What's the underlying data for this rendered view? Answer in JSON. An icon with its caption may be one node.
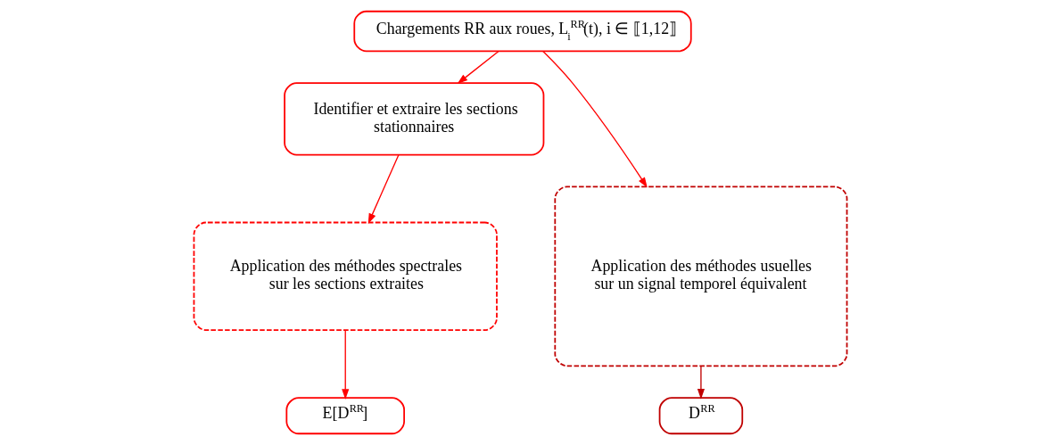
{
  "diagram": {
    "nodes": [
      {
        "text": [
          "Chargements RR aux roues, L$_{i}$$^{RR}$(t), i ∈ ⟦1,12⟧"
        ]
      },
      {
        "text": [
          "Identifier et extraire les sections stationnaires"
        ]
      },
      {
        "text": [
          "Application des méthodes usuelles sur un signal temporel équivalent"
        ]
      },
      {
        "text": [
          "Application des méthodes spectrales sur les sections extraites"
        ]
      },
      {
        "text": [
          "E[D$^{RR}$]"
        ]
      },
      {
        "text": [
          "D$^{RR}$"
        ]
      }
    ],
    "edges": [
      {
        "from": 0,
        "to": 1,
        "arrow": "to"
      },
      {
        "from": 0,
        "to": 2,
        "arrow": "to"
      },
      {
        "from": 1,
        "to": 3,
        "arrow": "to"
      },
      {
        "from": 3,
        "to": 4,
        "arrow": "to"
      },
      {
        "from": 2,
        "to": 5,
        "arrow": "to",
        "color": "#c00000"
      }
    ]
  }
}
